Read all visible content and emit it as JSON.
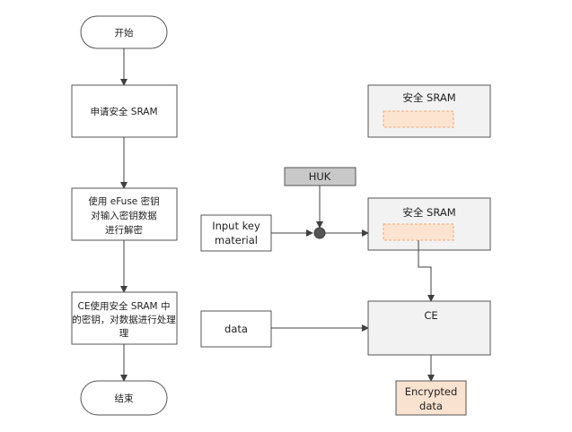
{
  "flow": {
    "start": "开始",
    "step1": "申请安全 SRAM",
    "step2": [
      "使用 eFuse 密钥",
      "对输入密钥数据",
      "进行解密"
    ],
    "step3": [
      "CE使用安全 SRAM 中",
      "的密钥，对数据进行处理",
      "理"
    ],
    "end": "结束"
  },
  "right": {
    "sram_top": "安全 SRAM",
    "huk": "HUK",
    "input_key": [
      "Input key",
      "material"
    ],
    "sram_mid": "安全 SRAM",
    "data": "data",
    "ce": "CE",
    "encrypted": [
      "Encrypted",
      "data"
    ]
  },
  "colors": {
    "stroke": "#555555",
    "panel_fill": "#f2f2f2",
    "huk_fill": "#c8c8c8",
    "slot_fill": "#fde4d1",
    "slot_stroke": "#f0a878",
    "encrypted_fill": "#f9e2cf"
  }
}
